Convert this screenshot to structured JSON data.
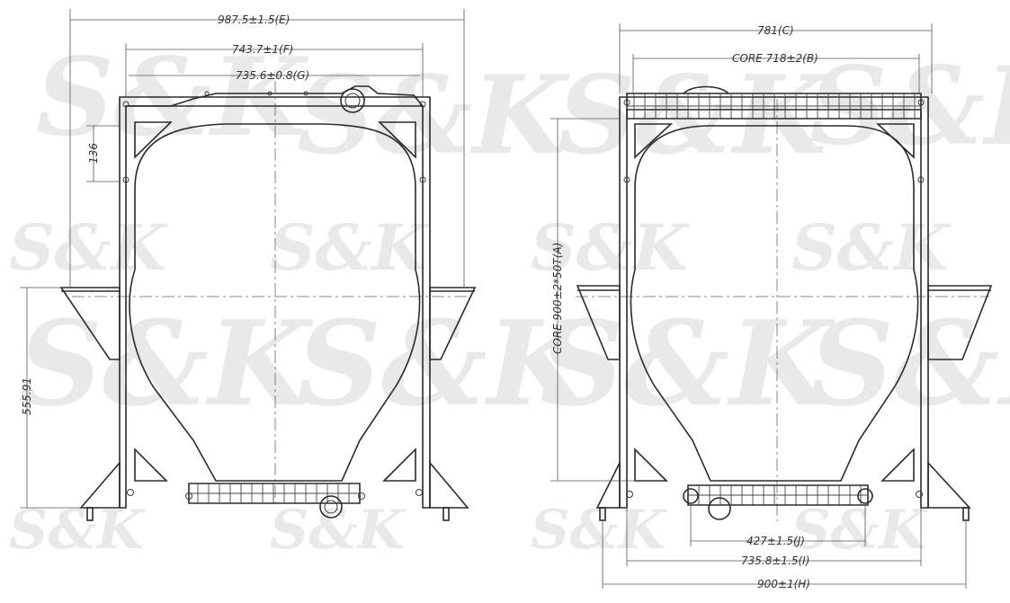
{
  "watermark": "S&K",
  "left_view": {
    "dims": {
      "e": "987.5±1.5(E)",
      "f": "743.7±1(F)",
      "g": "735.6±0.8(G)",
      "h136": "136",
      "v555": "555.91"
    }
  },
  "right_view": {
    "dims": {
      "c": "781(C)",
      "b": "CORE  718±2(B)",
      "a": "CORE 900±2*50T(A)",
      "j": "427±1.5(J)",
      "i": "735.8±1.5(I)",
      "h": "900±1(H)"
    }
  }
}
